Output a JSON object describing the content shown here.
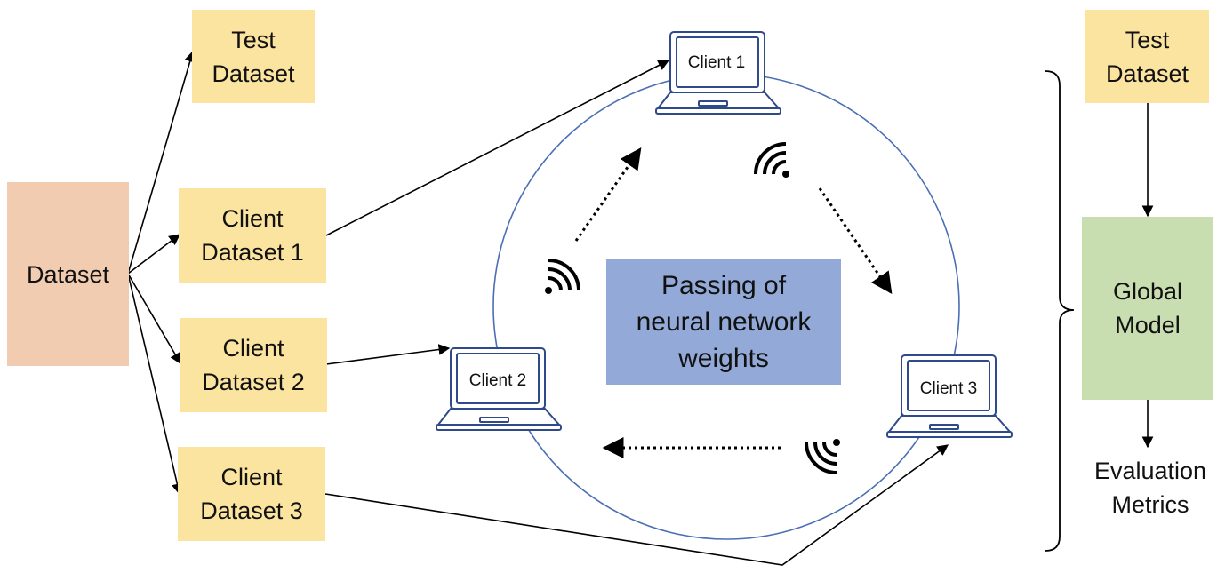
{
  "dataset": {
    "label": "Dataset"
  },
  "left_test_dataset": {
    "line1": "Test",
    "line2": "Dataset"
  },
  "client_datasets": [
    {
      "line1": "Client",
      "line2": "Dataset 1"
    },
    {
      "line1": "Client",
      "line2": "Dataset 2"
    },
    {
      "line1": "Client",
      "line2": "Dataset 3"
    }
  ],
  "center_label": {
    "line1": "Passing of",
    "line2": "neural network",
    "line3": "weights"
  },
  "laptops": [
    {
      "label": "Client 1"
    },
    {
      "label": "Client 2"
    },
    {
      "label": "Client 3"
    }
  ],
  "right_test_dataset": {
    "line1": "Test",
    "line2": "Dataset"
  },
  "global_model": {
    "line1": "Global",
    "line2": "Model"
  },
  "evaluation": {
    "line1": "Evaluation",
    "line2": "Metrics"
  },
  "icons": [
    "wifi-icon",
    "laptop-icon",
    "curly-brace-icon"
  ],
  "colors": {
    "yellow": "#fbe4a0",
    "peach": "#f2ccb0",
    "green": "#c8ddb0",
    "blue": "#93aad8",
    "laptop_stroke": "#2f4a8a",
    "circle_stroke": "#4a6fb5"
  }
}
